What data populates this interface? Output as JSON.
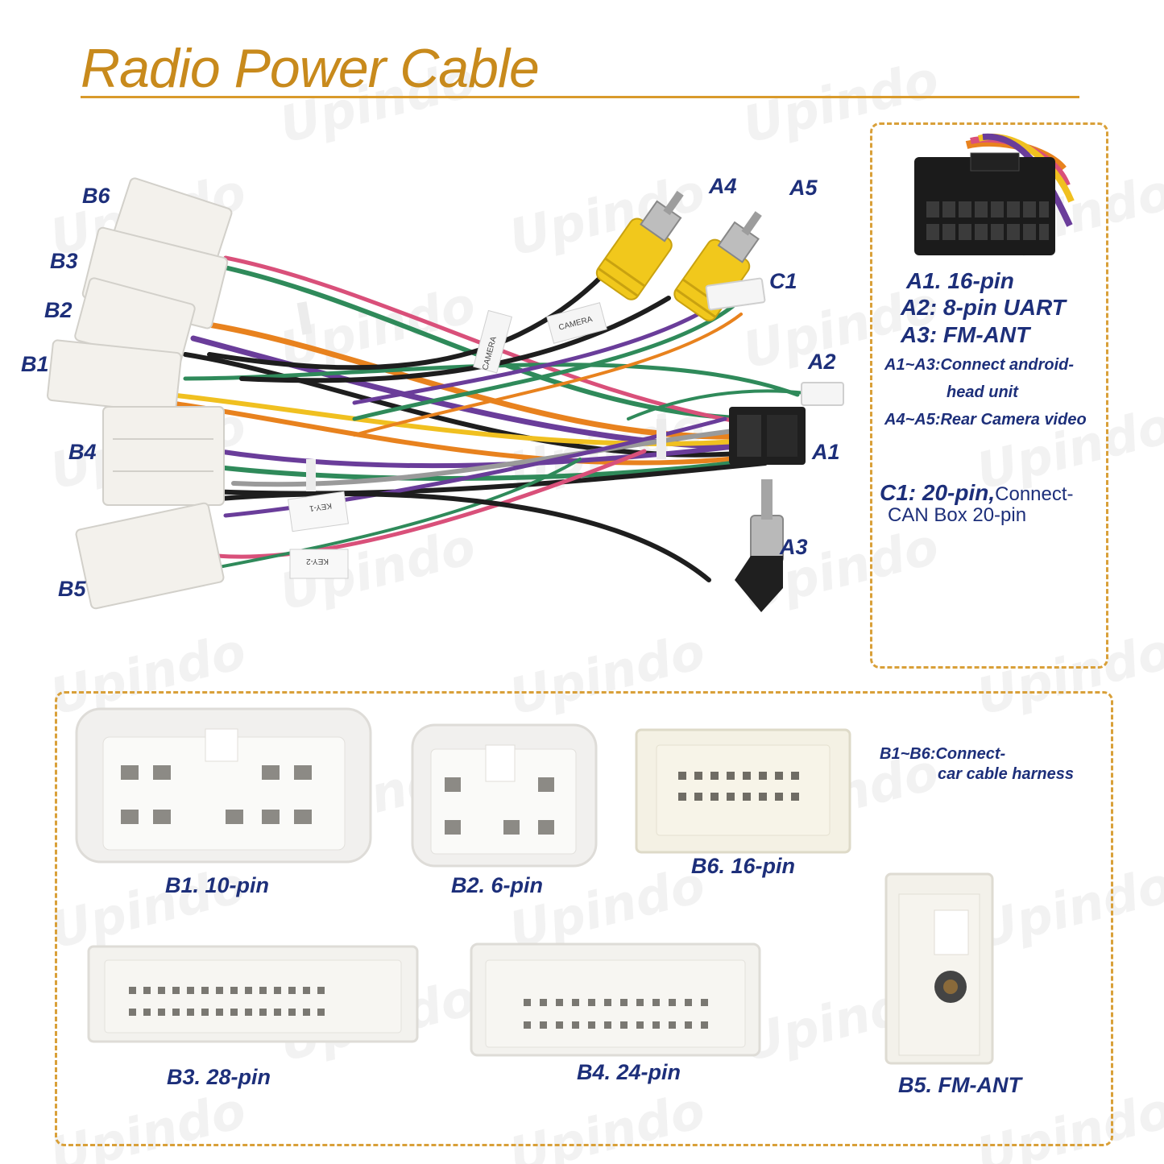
{
  "title": "Radio Power Cable",
  "watermark": "Upindo",
  "harness_labels": {
    "b6": "B6",
    "b3": "B3",
    "b2": "B2",
    "b1": "B1",
    "b4": "B4",
    "b5": "B5",
    "a4": "A4",
    "a5": "A5",
    "c1": "C1",
    "a2": "A2",
    "a1": "A1",
    "a3": "A3"
  },
  "cable_tags": {
    "camera_1": "CAMERA",
    "camera_2": "CAMERA",
    "key_1": "KEY-1",
    "key_2": "KEY-2"
  },
  "info_panel": {
    "a1": "A1. 16-pin",
    "a2": "A2: 8-pin UART",
    "a3": "A3: FM-ANT",
    "a1_a3_line1": "A1~A3:Connect android-",
    "a1_a3_line2": "head unit",
    "a4_a5": "A4~A5:Rear Camera video",
    "c1_bold": "C1: 20-pin,",
    "c1_rest": "Connect-",
    "c1_line2": "CAN Box 20-pin"
  },
  "connectors_panel": {
    "note_line1": "B1~B6:Connect-",
    "note_line2": "car cable harness",
    "b1": "B1. 10-pin",
    "b2": "B2. 6-pin",
    "b6": "B6. 16-pin",
    "b3": "B3. 28-pin",
    "b4": "B4. 24-pin",
    "b5": "B5. FM-ANT"
  },
  "colors": {
    "title": "#c88a1c",
    "label": "#1d2f7a",
    "dashed_border": "#d9a039",
    "connector": "#f2f0ea",
    "wire_orange": "#e8821e",
    "wire_purple": "#6a3d9a",
    "wire_green": "#2f8a5a",
    "wire_black": "#1e1e1e",
    "wire_pink": "#d9507a",
    "wire_yellow": "#f0c020",
    "rca_yellow": "#f1c81c"
  }
}
